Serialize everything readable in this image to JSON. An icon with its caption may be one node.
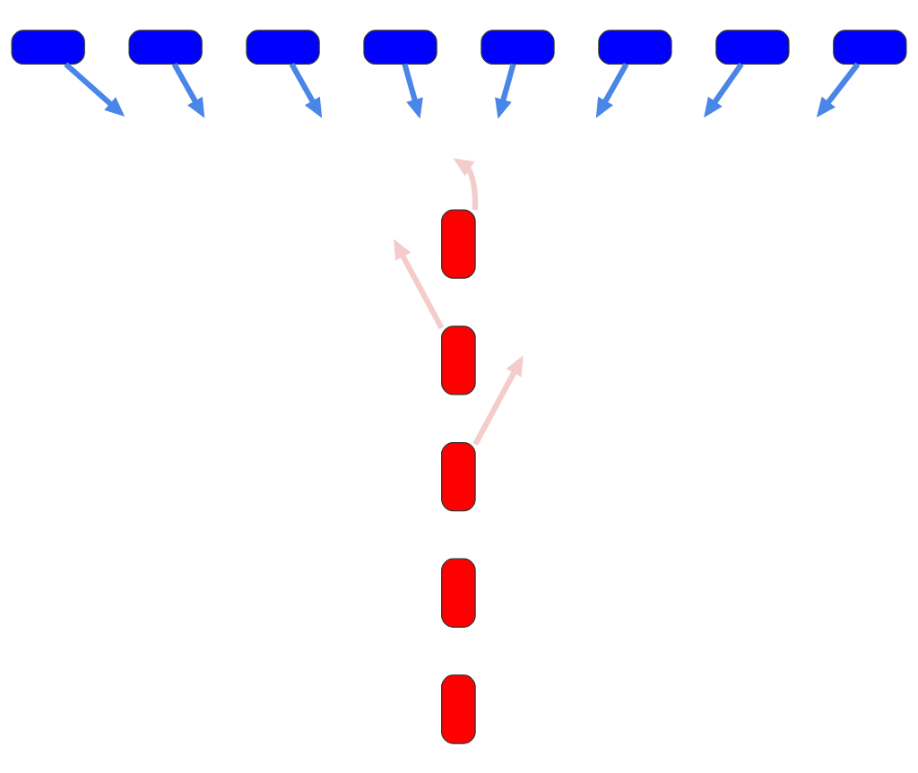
{
  "diagram": {
    "nodes": [
      {
        "text": [],
        "shape": "box"
      },
      {
        "text": [],
        "shape": "box"
      },
      {
        "text": [],
        "shape": "box"
      },
      {
        "text": [],
        "shape": "box"
      },
      {
        "text": [],
        "shape": "box"
      },
      {
        "text": [],
        "shape": "box"
      },
      {
        "text": [],
        "shape": "box"
      },
      {
        "text": [],
        "shape": "box"
      },
      {
        "text": [],
        "shape": "box"
      },
      {
        "text": [],
        "shape": "box"
      },
      {
        "text": [],
        "shape": "box"
      },
      {
        "text": [],
        "shape": "box"
      },
      {
        "text": [],
        "shape": "box"
      }
    ],
    "edges": [
      {
        "from": 0,
        "to": null,
        "arrow": "to"
      },
      {
        "from": 1,
        "to": null,
        "arrow": "to"
      },
      {
        "from": 2,
        "to": null,
        "arrow": "to"
      },
      {
        "from": 3,
        "to": null,
        "arrow": "to"
      },
      {
        "from": 4,
        "to": null,
        "arrow": "to"
      },
      {
        "from": 5,
        "to": null,
        "arrow": "to"
      },
      {
        "from": 6,
        "to": null,
        "arrow": "to"
      },
      {
        "from": 7,
        "to": null,
        "arrow": "to"
      },
      {
        "from": 8,
        "to": null,
        "arrow": "to",
        "color": "#f4cccc"
      },
      {
        "from": 9,
        "to": null,
        "arrow": "to",
        "color": "#f4cccc"
      },
      {
        "from": 10,
        "to": null,
        "arrow": "to",
        "color": "#f4cccc"
      }
    ]
  }
}
